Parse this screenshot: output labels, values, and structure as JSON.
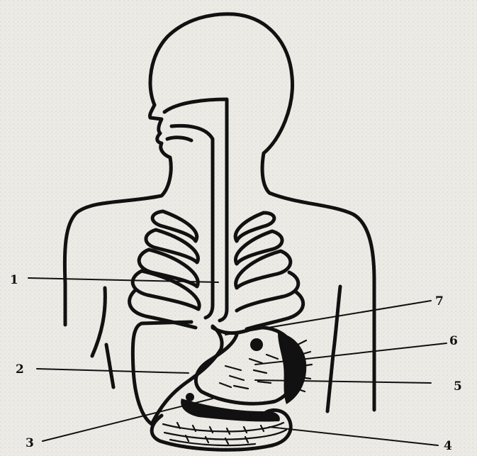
{
  "diagram": {
    "labels": [
      "1",
      "2",
      "3",
      "4",
      "5",
      "6",
      "7"
    ]
  },
  "colors": {
    "background": "#ecebe6",
    "ink": "#111111"
  }
}
